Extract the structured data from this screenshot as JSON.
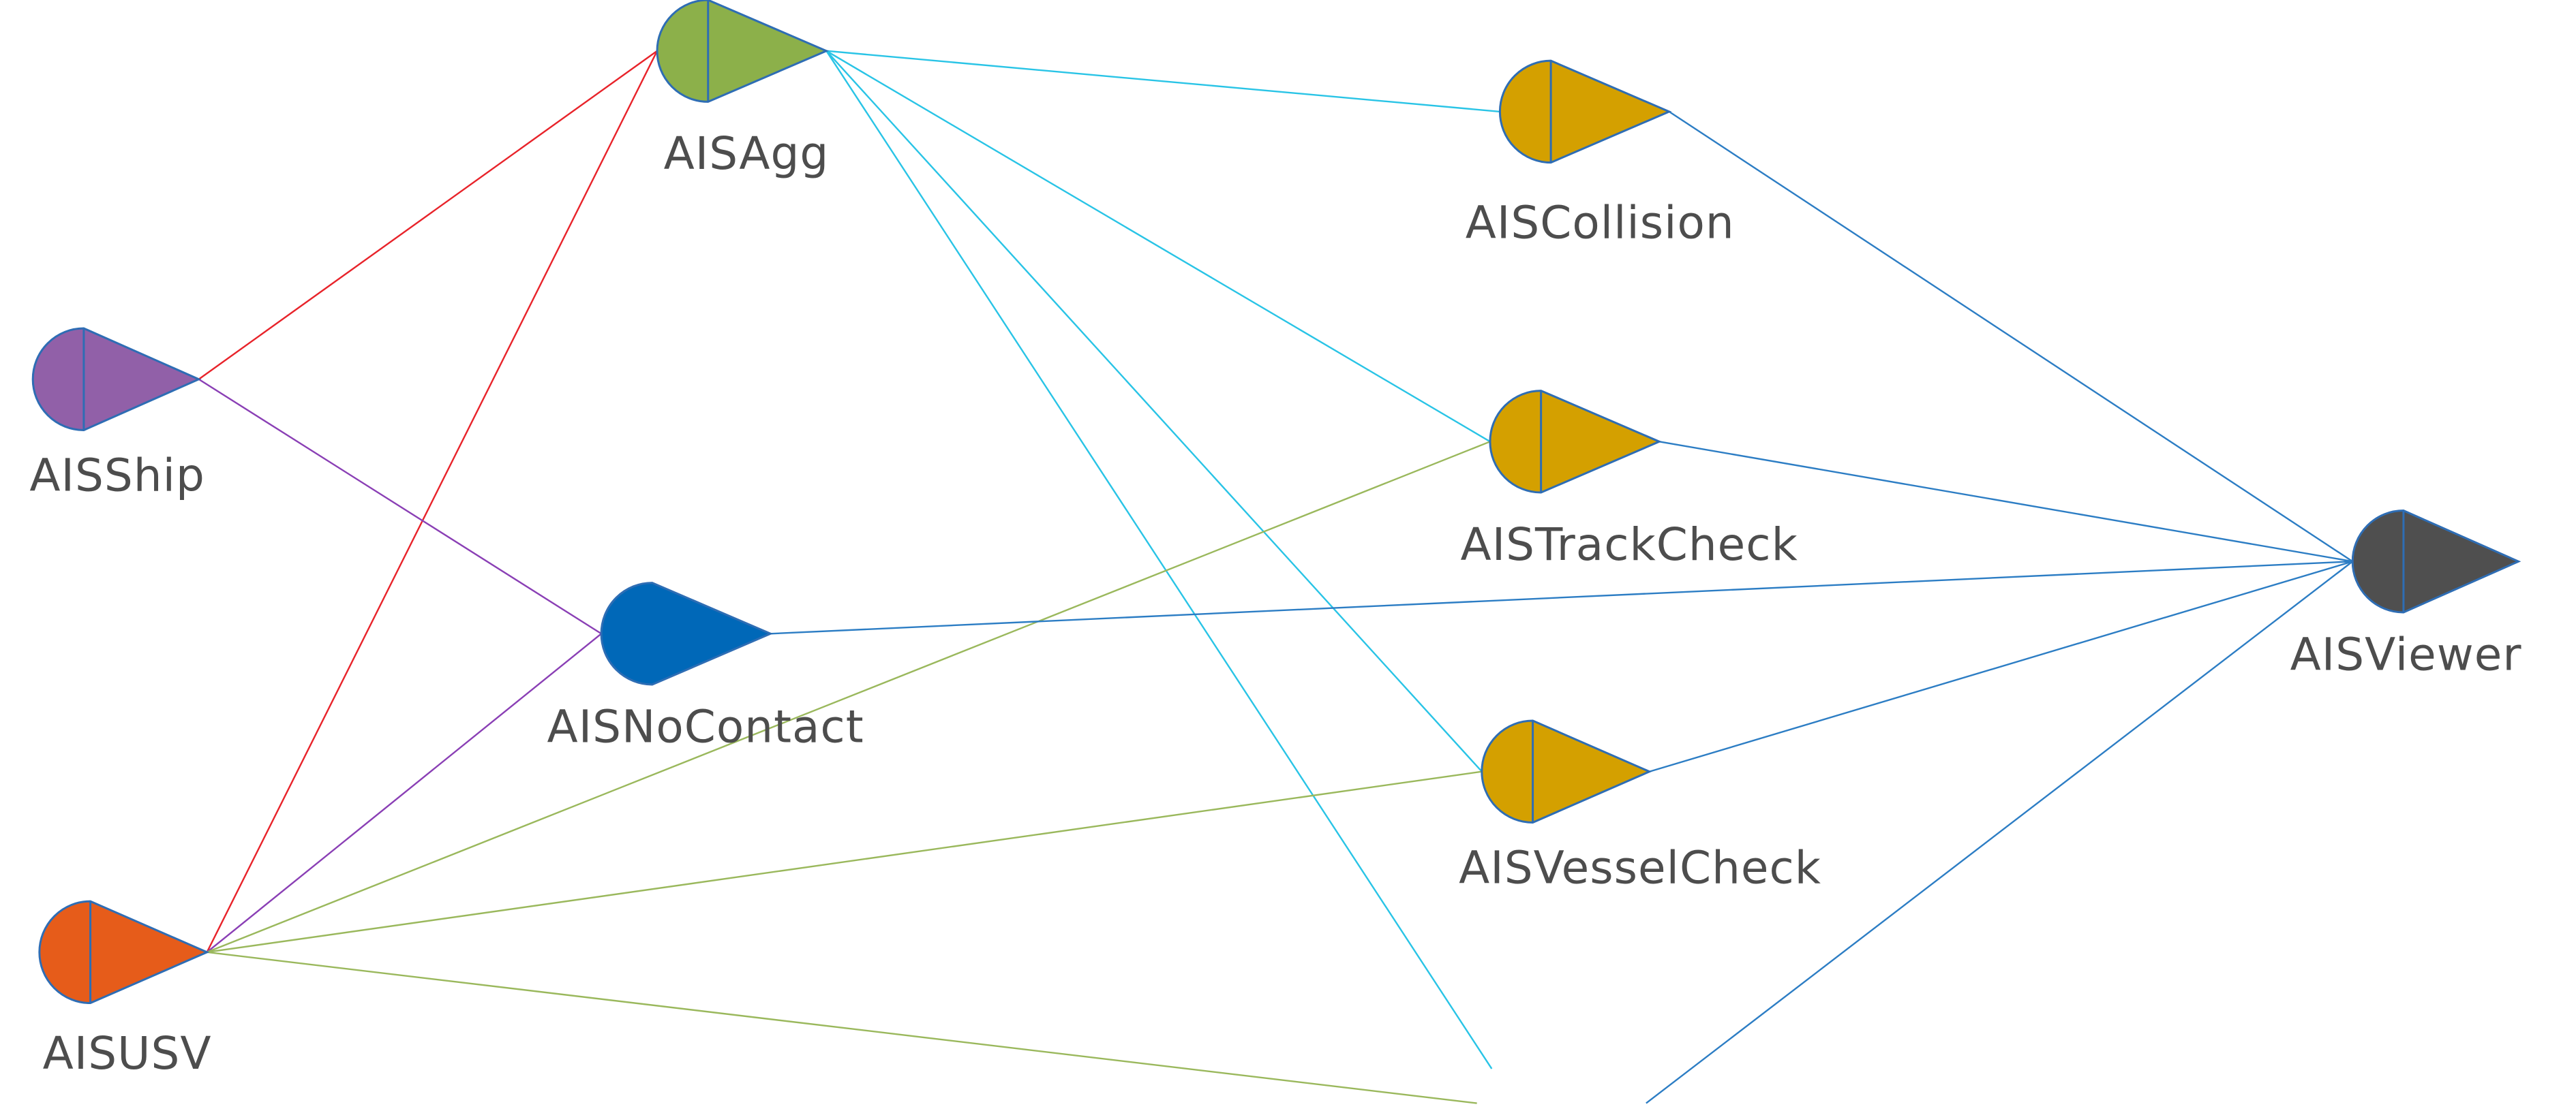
{
  "diagram": {
    "nodes": [
      {
        "id": "aisagg",
        "label": "AISAgg",
        "color": "#8cb04a",
        "split": true
      },
      {
        "id": "aisship",
        "label": "AISShip",
        "color": "#9160a8",
        "split": true
      },
      {
        "id": "aisnocontact",
        "label": "AISNoContact",
        "color": "#0068b8",
        "split": false
      },
      {
        "id": "aisusv",
        "label": "AISUSV",
        "color": "#e65c1a",
        "split": true
      },
      {
        "id": "aiscollision",
        "label": "AISCollision",
        "color": "#d4a000",
        "split": true
      },
      {
        "id": "aistrackcheck",
        "label": "AISTrackCheck",
        "color": "#d4a000",
        "split": true
      },
      {
        "id": "aisvesselcheck",
        "label": "AISVesselCheck",
        "color": "#d4a000",
        "split": true
      },
      {
        "id": "aisviewer",
        "label": "AISViewer",
        "color": "#4f4f4f",
        "split": true
      }
    ],
    "edges": [
      {
        "from": "aisship",
        "to": "aisagg",
        "color": "#e8232a"
      },
      {
        "from": "aisusv",
        "to": "aisagg",
        "color": "#e8232a"
      },
      {
        "from": "aisship",
        "to": "aisnocontact",
        "color": "#8a3fb5"
      },
      {
        "from": "aisusv",
        "to": "aisnocontact",
        "color": "#8a3fb5"
      },
      {
        "from": "aisagg",
        "to": "aiscollision",
        "color": "#29c4e6"
      },
      {
        "from": "aisagg",
        "to": "aistrackcheck",
        "color": "#29c4e6"
      },
      {
        "from": "aisagg",
        "to": "aisvesselcheck",
        "color": "#29c4e6"
      },
      {
        "from": "aisagg",
        "to": "offscreen-1",
        "color": "#29c4e6"
      },
      {
        "from": "aisusv",
        "to": "aistrackcheck",
        "color": "#9ab85c"
      },
      {
        "from": "aisusv",
        "to": "aisvesselcheck",
        "color": "#9ab85c"
      },
      {
        "from": "aisusv",
        "to": "offscreen-2",
        "color": "#9ab85c"
      },
      {
        "from": "aiscollision",
        "to": "aisviewer",
        "color": "#2c7dc4"
      },
      {
        "from": "aistrackcheck",
        "to": "aisviewer",
        "color": "#2c7dc4"
      },
      {
        "from": "aisnocontact",
        "to": "aisviewer",
        "color": "#2c7dc4"
      },
      {
        "from": "aisvesselcheck",
        "to": "aisviewer",
        "color": "#2c7dc4"
      },
      {
        "from": "offscreen-3",
        "to": "aisviewer",
        "color": "#2c7dc4"
      }
    ]
  }
}
